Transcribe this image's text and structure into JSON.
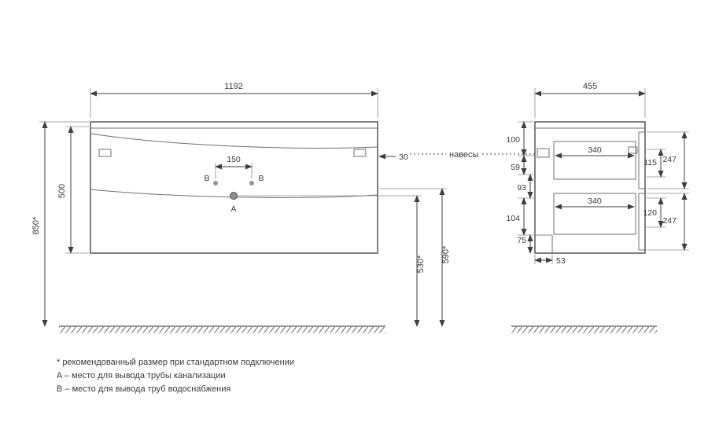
{
  "front": {
    "dim_width": "1192",
    "dim_total_height": "850*",
    "dim_body_height": "500",
    "dim_b_spacing": "150",
    "label_b_left": "B",
    "label_b_right": "B",
    "label_a": "A",
    "dim_hanger_offset": "30",
    "hangers_label": "навесы",
    "dim_drain_height": "530*",
    "dim_outlet_height": "590*"
  },
  "side": {
    "dim_depth": "455",
    "dim_top_gap": "100",
    "dim_gap_59": "59",
    "dim_gap_93": "93",
    "dim_gap_104": "104",
    "dim_gap_75": "75",
    "dim_drawer_top_depth": "340",
    "dim_drawer_bottom_depth": "340",
    "dim_front_top_inner": "115",
    "dim_front_bottom_inner": "120",
    "dim_front_top": "247",
    "dim_front_bottom": "247",
    "dim_back_offset": "53"
  },
  "notes": [
    "* рекомендованный размер при стандартном подключении",
    "A – место для вывода трубы канализации",
    "B – место для вывода труб водоснабжения"
  ],
  "colors": {
    "line": "#4a4a4a",
    "dimension": "#3f3f3f",
    "text": "#3a3a3a"
  }
}
